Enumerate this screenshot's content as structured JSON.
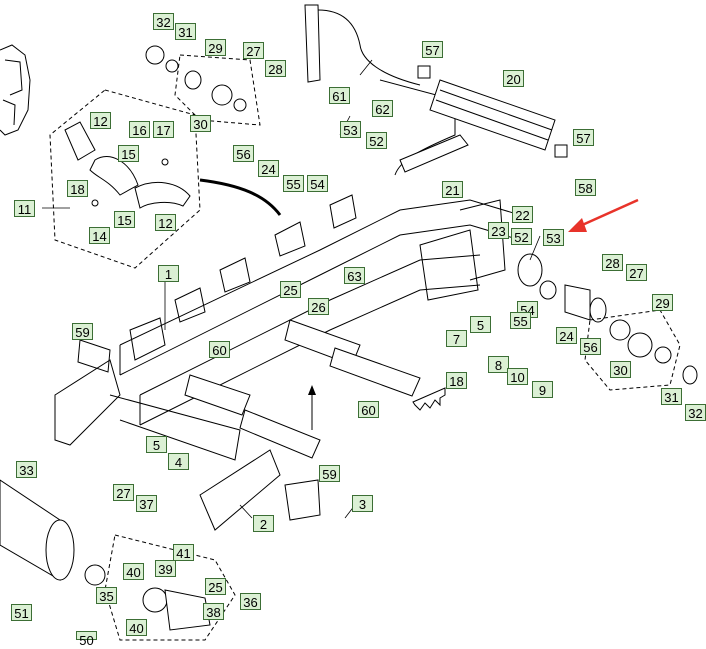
{
  "callouts": {
    "c1": "1",
    "c2": "2",
    "c3": "3",
    "c4": "4",
    "c5a": "5",
    "c5b": "5",
    "c7": "7",
    "c8": "8",
    "c9": "9",
    "c10": "10",
    "c11": "11",
    "c12a": "12",
    "c12b": "12",
    "c14": "14",
    "c15a": "15",
    "c15b": "15",
    "c16": "16",
    "c17": "17",
    "c18a": "18",
    "c18b": "18",
    "c20": "20",
    "c21": "21",
    "c22": "22",
    "c23": "23",
    "c24a": "24",
    "c24b": "24",
    "c25a": "25",
    "c25b": "25",
    "c26": "26",
    "c27a": "27",
    "c27b": "27",
    "c27c": "27",
    "c28a": "28",
    "c28b": "28",
    "c29a": "29",
    "c29b": "29",
    "c30a": "30",
    "c30b": "30",
    "c31a": "31",
    "c31b": "31",
    "c32a": "32",
    "c32b": "32",
    "c33": "33",
    "c35": "35",
    "c36": "36",
    "c37": "37",
    "c38": "38",
    "c39": "39",
    "c40a": "40",
    "c40b": "40",
    "c41": "41",
    "c50": "50",
    "c51": "51",
    "c52a": "52",
    "c52b": "52",
    "c53a": "53",
    "c53b": "53",
    "c54a": "54",
    "c54b": "54",
    "c55a": "55",
    "c55b": "55",
    "c56a": "56",
    "c56b": "56",
    "c57a": "57",
    "c57b": "57",
    "c58": "58",
    "c59a": "59",
    "c59b": "59",
    "c60a": "60",
    "c60b": "60",
    "c61": "61",
    "c62": "62",
    "c63": "63"
  },
  "colors": {
    "callout_fill": "#dbf0d4",
    "callout_border": "#3c6e35",
    "highlight_arrow": "#e8332a",
    "line": "#000000"
  }
}
